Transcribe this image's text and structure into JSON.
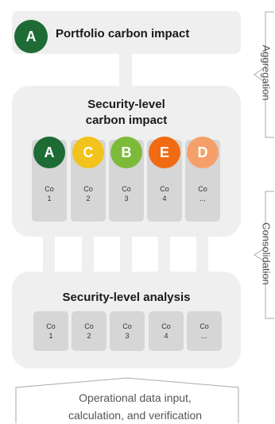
{
  "portfolio": {
    "badge": "A",
    "title": "Portfolio carbon impact"
  },
  "impact": {
    "title_line1": "Security-level",
    "title_line2": "carbon impact",
    "companies": [
      {
        "rating": "A",
        "color": "#1e6b35",
        "label1": "Co",
        "label2": "1"
      },
      {
        "rating": "C",
        "color": "#f2c31d",
        "label1": "Co",
        "label2": "2"
      },
      {
        "rating": "B",
        "color": "#7cbb3a",
        "label1": "Co",
        "label2": "3"
      },
      {
        "rating": "E",
        "color": "#f26a12",
        "label1": "Co",
        "label2": "4"
      },
      {
        "rating": "D",
        "color": "#f5a06a",
        "label1": "Co",
        "label2": "..."
      }
    ]
  },
  "analysis": {
    "title": "Security-level analysis",
    "companies": [
      {
        "label1": "Co",
        "label2": "1"
      },
      {
        "label1": "Co",
        "label2": "2"
      },
      {
        "label1": "Co",
        "label2": "3"
      },
      {
        "label1": "Co",
        "label2": "4"
      },
      {
        "label1": "Co",
        "label2": "..."
      }
    ]
  },
  "operations": {
    "line1": "Operational data input,",
    "line2": "calculation, and verification"
  },
  "side": {
    "aggregation": "Aggregation",
    "consolidation": "Consolidation"
  }
}
